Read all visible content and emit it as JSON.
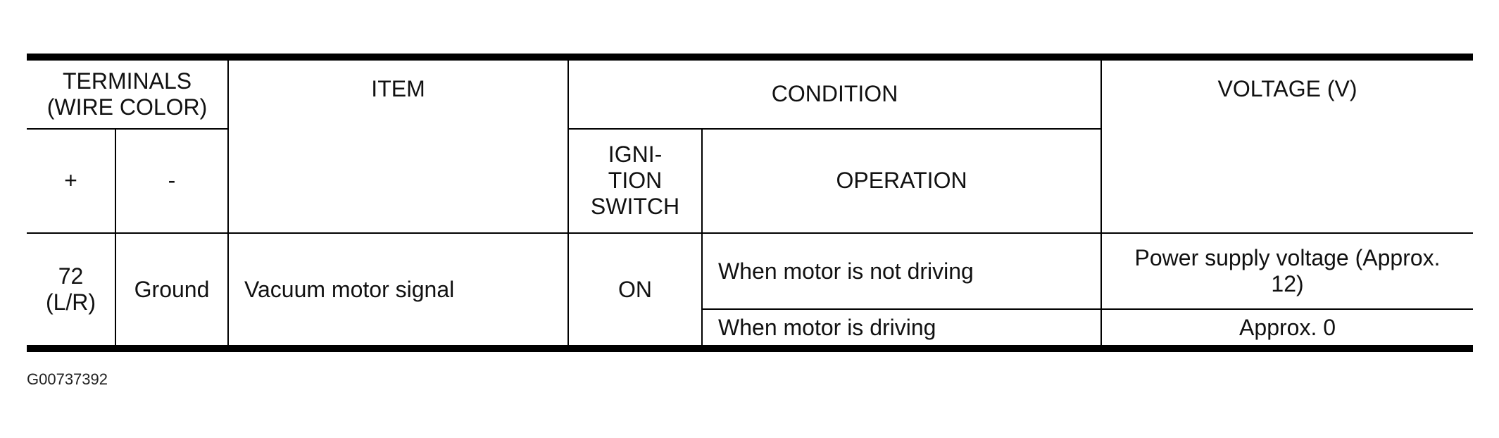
{
  "table": {
    "headers": {
      "terminals_line1": "TERMINALS",
      "terminals_line2": "(WIRE COLOR)",
      "item": "ITEM",
      "condition": "CONDITION",
      "voltage": "VOLTAGE (V)",
      "plus": "+",
      "minus": "-",
      "ignition_line1": "IGNI-",
      "ignition_line2": "TION",
      "ignition_line3": "SWITCH",
      "operation": "OPERATION"
    },
    "row": {
      "plus_line1": "72",
      "plus_line2": "(L/R)",
      "minus": "Ground",
      "item": "Vacuum motor signal",
      "ignition": "ON",
      "conditions": [
        {
          "operation": "When motor is not driving",
          "voltage_line1": "Power supply voltage (Approx.",
          "voltage_line2": "12)"
        },
        {
          "operation": "When motor is driving",
          "voltage": "Approx. 0"
        }
      ]
    }
  },
  "figure_id": "G00737392"
}
